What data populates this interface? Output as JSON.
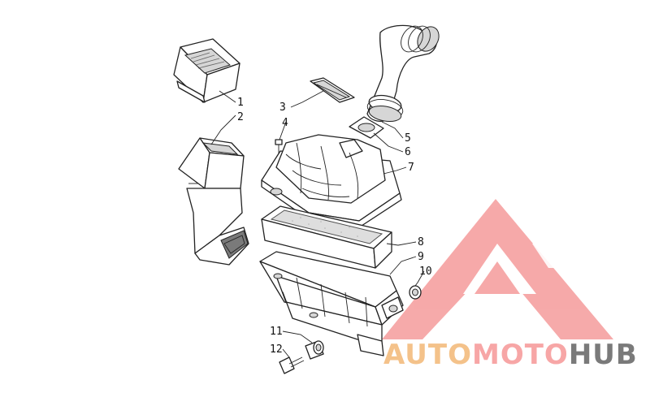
{
  "callouts": [
    {
      "id": "1",
      "label": "1"
    },
    {
      "id": "2",
      "label": "2"
    },
    {
      "id": "3",
      "label": "3"
    },
    {
      "id": "4",
      "label": "4"
    },
    {
      "id": "5",
      "label": "5"
    },
    {
      "id": "6",
      "label": "6"
    },
    {
      "id": "7",
      "label": "7"
    },
    {
      "id": "8",
      "label": "8"
    },
    {
      "id": "9",
      "label": "9"
    },
    {
      "id": "10",
      "label": "10"
    },
    {
      "id": "11",
      "label": "11"
    },
    {
      "id": "12",
      "label": "12"
    }
  ],
  "watermark": {
    "part1": "AUTO",
    "part2": "MOTO",
    "part3": "HUB",
    "color_auto": "#f4c28a",
    "color_moto": "#f7a6a6",
    "color_hub": "#7a7a7a",
    "triangle_color": "#f59b9b"
  }
}
